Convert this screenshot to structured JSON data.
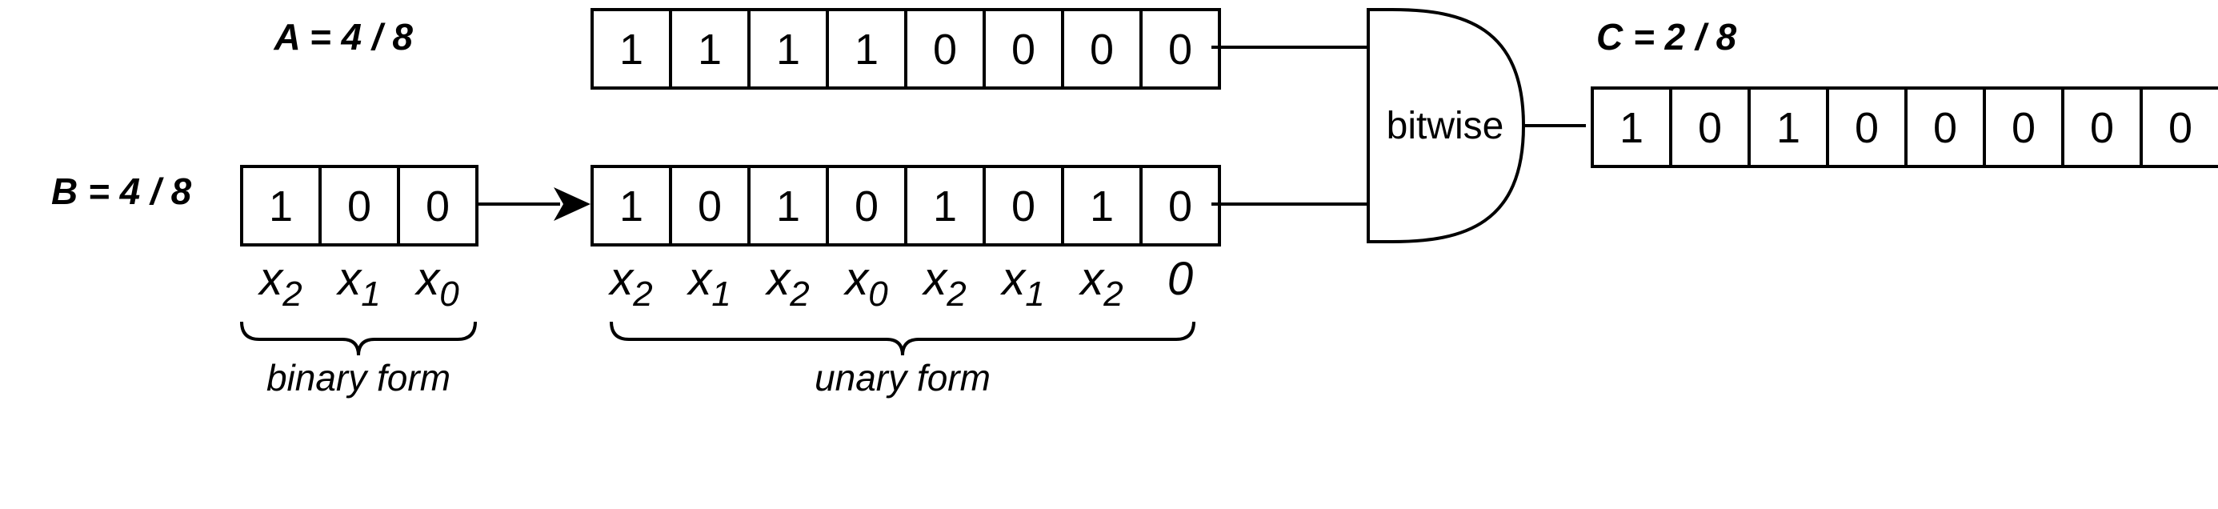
{
  "labels": {
    "a": "A = 4 / 8",
    "b": "B = 4 / 8",
    "c": "C = 2 / 8"
  },
  "gate": {
    "label": "bitwise"
  },
  "registers": {
    "a": [
      "1",
      "1",
      "1",
      "1",
      "0",
      "0",
      "0",
      "0"
    ],
    "b_binary": [
      "1",
      "0",
      "0"
    ],
    "b_unary": [
      "1",
      "0",
      "1",
      "0",
      "1",
      "0",
      "1",
      "0"
    ],
    "c": [
      "1",
      "0",
      "1",
      "0",
      "0",
      "0",
      "0",
      "0"
    ]
  },
  "indices": {
    "binary": [
      {
        "base": "x",
        "sub": "2"
      },
      {
        "base": "x",
        "sub": "1"
      },
      {
        "base": "x",
        "sub": "0"
      }
    ],
    "unary": [
      {
        "base": "x",
        "sub": "2"
      },
      {
        "base": "x",
        "sub": "1"
      },
      {
        "base": "x",
        "sub": "2"
      },
      {
        "base": "x",
        "sub": "0"
      },
      {
        "base": "x",
        "sub": "2"
      },
      {
        "base": "x",
        "sub": "1"
      },
      {
        "base": "x",
        "sub": "2"
      },
      {
        "base": "0",
        "sub": ""
      }
    ]
  },
  "braces": {
    "binary": "binary form",
    "unary": "unary form"
  }
}
